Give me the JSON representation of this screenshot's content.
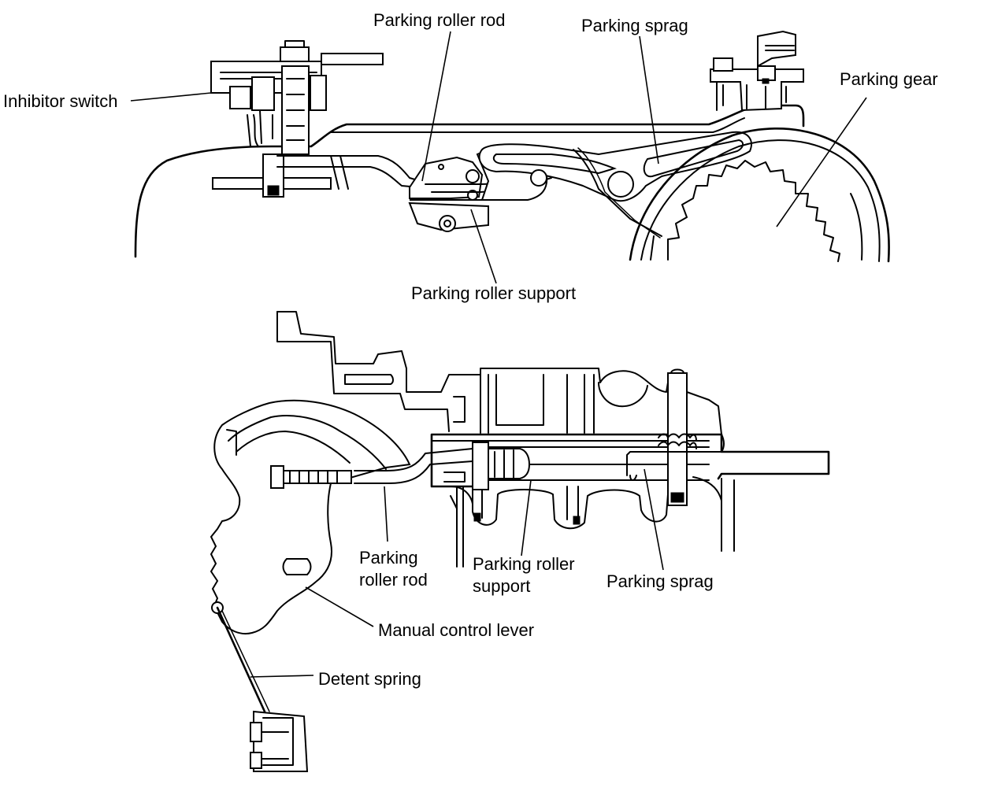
{
  "top_view": {
    "labels": {
      "inhibitor_switch": "Inhibitor switch",
      "parking_roller_rod": "Parking roller rod",
      "parking_sprag": "Parking sprag",
      "parking_gear": "Parking gear",
      "parking_roller_support": "Parking roller support"
    }
  },
  "bottom_view": {
    "labels": {
      "parking_roller_rod_1": "Parking",
      "parking_roller_rod_2": "roller rod",
      "parking_roller_support_1": "Parking roller",
      "parking_roller_support_2": "support",
      "parking_sprag": "Parking sprag",
      "manual_control_lever": "Manual control lever",
      "detent_spring": "Detent spring"
    }
  }
}
